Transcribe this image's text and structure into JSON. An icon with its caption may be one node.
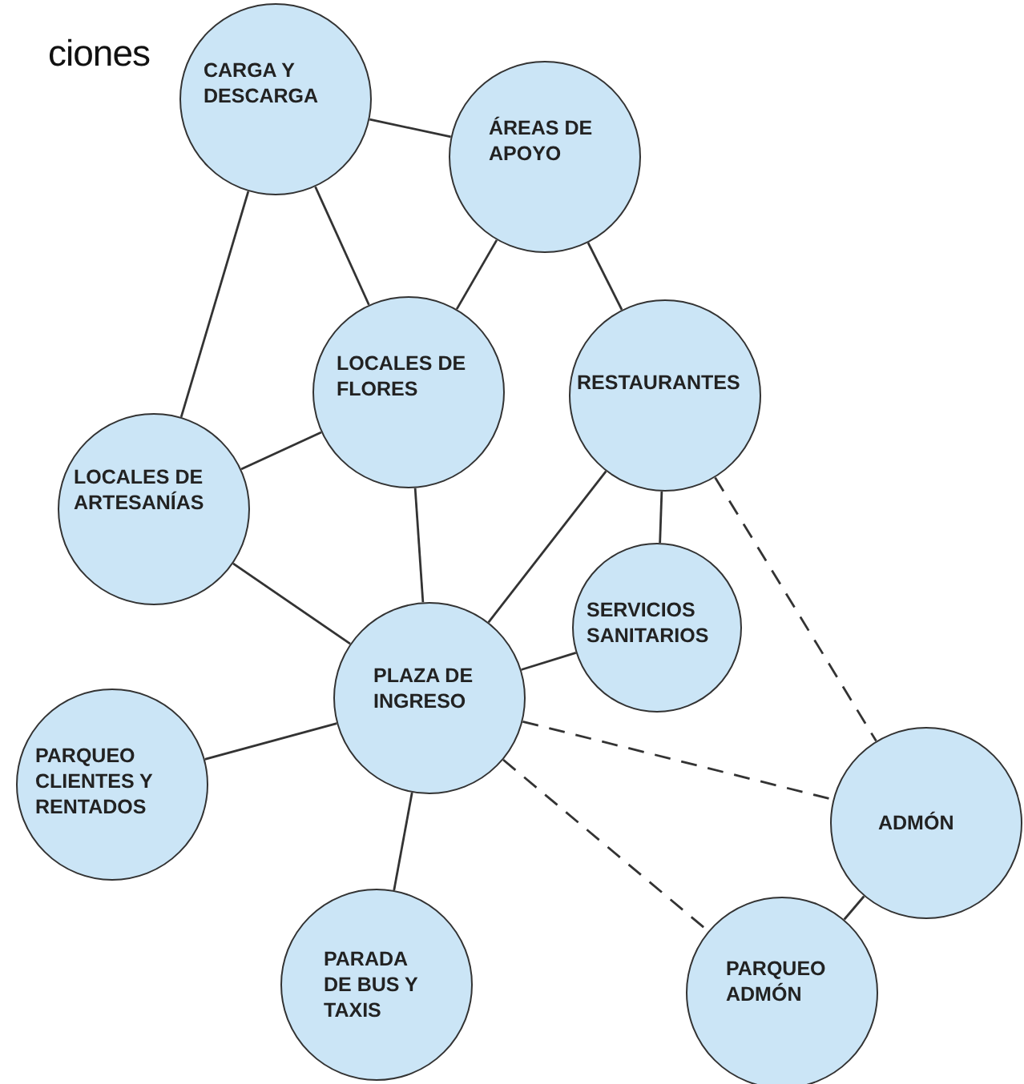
{
  "diagram": {
    "title": "ciones",
    "nodes": [
      {
        "text": [
          "CARGA Y DESCARGA"
        ]
      },
      {
        "text": [
          "ÁREAS DE APOYO"
        ]
      },
      {
        "text": [
          "LOCALES DE FLORES"
        ]
      },
      {
        "text": [
          "RESTAURANTES"
        ]
      },
      {
        "text": [
          "LOCALES DE ARTESANÍAS"
        ]
      },
      {
        "text": [
          "PLAZA DE INGRESO"
        ]
      },
      {
        "text": [
          "SERVICIOS SANITARIOS"
        ]
      },
      {
        "text": [
          "PARQUEO CLIENTES Y RENTADOS"
        ]
      },
      {
        "text": [
          "ADMÓN"
        ]
      },
      {
        "text": [
          "PARADA DE BUS Y TAXIS"
        ]
      },
      {
        "text": [
          "PARQUEO ADMÓN"
        ]
      }
    ],
    "edges": [
      {
        "from": 0,
        "to": 1,
        "arrow": "none"
      },
      {
        "from": 0,
        "to": 4,
        "arrow": "none"
      },
      {
        "from": 0,
        "to": 2,
        "arrow": "none"
      },
      {
        "from": 1,
        "to": 2,
        "arrow": "none"
      },
      {
        "from": 1,
        "to": 3,
        "arrow": "none"
      },
      {
        "from": 2,
        "to": 4,
        "arrow": "none"
      },
      {
        "from": 2,
        "to": 5,
        "arrow": "none"
      },
      {
        "from": 4,
        "to": 5,
        "arrow": "none"
      },
      {
        "from": 3,
        "to": 5,
        "arrow": "none"
      },
      {
        "from": 3,
        "to": 6,
        "arrow": "none"
      },
      {
        "from": 3,
        "to": 8,
        "arrow": "none",
        "style": "dashed"
      },
      {
        "from": 5,
        "to": 6,
        "arrow": "none"
      },
      {
        "from": 5,
        "to": 7,
        "arrow": "none"
      },
      {
        "from": 5,
        "to": 9,
        "arrow": "none"
      },
      {
        "from": 5,
        "to": 8,
        "arrow": "none",
        "style": "dashed"
      },
      {
        "from": 5,
        "to": 10,
        "arrow": "none",
        "style": "dashed"
      },
      {
        "from": 8,
        "to": 10,
        "arrow": "none"
      }
    ]
  }
}
